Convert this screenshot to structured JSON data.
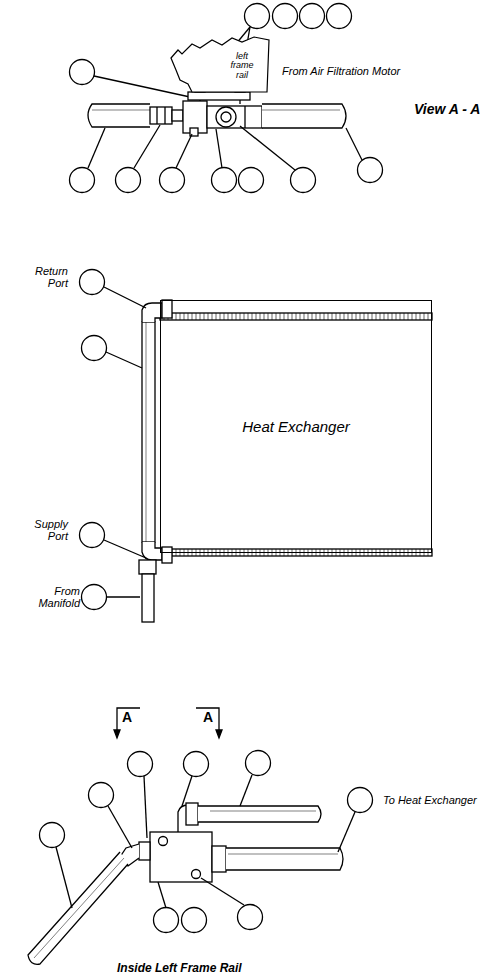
{
  "diagram": {
    "nodes": [
      {
        "text": [
          "left frame rail"
        ]
      },
      {
        "text": [
          "Heat Exchanger"
        ]
      }
    ],
    "labels": [
      "From Air Filtration Motor",
      "View A - A",
      "Return Port",
      "Supply Port",
      "From Manifold",
      "A",
      "A",
      "To Heat Exchanger",
      "Inside Left Frame Rail"
    ]
  }
}
